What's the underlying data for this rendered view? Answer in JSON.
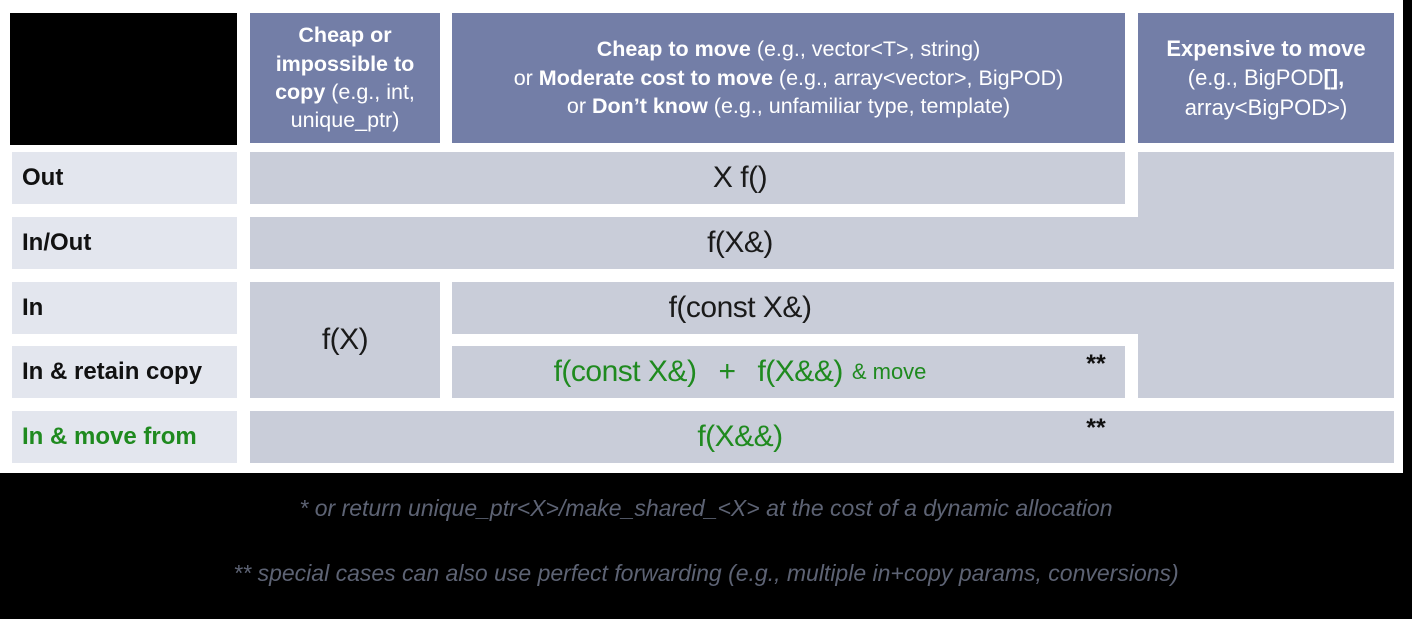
{
  "colors": {
    "header_bg": "#737ea7",
    "cell_bg": "#c9cdd9",
    "label_bg": "#e3e6ee",
    "green": "#1f8a1f",
    "footnote_text": "#5d6374",
    "black": "#000000",
    "page_bg": "#ffffff"
  },
  "header": {
    "col1": {
      "bold": "Cheap or impossible to copy",
      "rest": " (e.g., int, unique_ptr)"
    },
    "col2": {
      "line1_bold": "Cheap to move",
      "line1_rest": " (e.g., vector<T>, string)",
      "line2_pre": "or ",
      "line2_bold": "Moderate cost to move",
      "line2_rest": " (e.g., array<vector>, BigPOD)",
      "line3_pre": "or ",
      "line3_bold": "Don’t know",
      "line3_rest": " (e.g., unfamiliar type, template)"
    },
    "col3": {
      "line1": "Expensive to move",
      "line2_pre": "(e.g., BigPOD",
      "line2_bold": "[],",
      "line3": "array<BigPOD>)"
    }
  },
  "rows": {
    "out": {
      "label": "Out",
      "code": "X f()"
    },
    "inout": {
      "label": "In/Out",
      "code": "f(X&)"
    },
    "in": {
      "label": "In",
      "code": "f(const X&)",
      "col1_code": "f(X)"
    },
    "retain": {
      "label": "In & retain copy",
      "code_a": "f(const X&)",
      "plus": "+",
      "code_b": "f(X&&)",
      "suffix": "& move",
      "marker": "**"
    },
    "movefrom": {
      "label": "In & move from",
      "code": "f(X&&)",
      "marker": "**"
    }
  },
  "footnotes": {
    "line1": "* or return unique_ptr<X>/make_shared_<X> at the cost of a dynamic allocation",
    "line2": "** special cases can also use perfect forwarding (e.g., multiple in+copy params, conversions)"
  }
}
